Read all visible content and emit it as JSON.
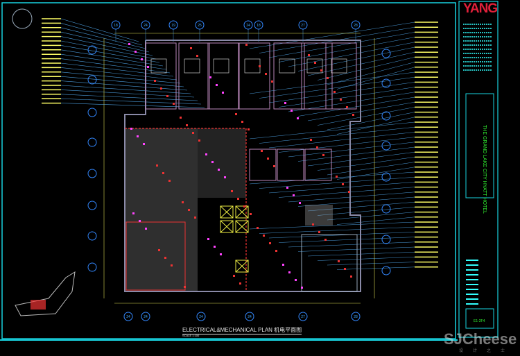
{
  "title_block": {
    "firm_logo": "YANG",
    "drawing_number": "E1-2F4",
    "project_name_vertical": "THE GRAND LAKE CITY HYATT HOTEL"
  },
  "drawing": {
    "title": "ELECTRICAL&MECHANICAL PLAN  机电平面图",
    "scale": "SCALE  1:100"
  },
  "grid_labels_top": [
    "18",
    "24",
    "19",
    "25",
    "24",
    "18",
    "27",
    "28"
  ],
  "grid_labels_bottom": [
    "24",
    "24",
    "24",
    "24",
    "27",
    "28"
  ],
  "watermark": {
    "brand": "SJCheese",
    "sub": "设计之士"
  },
  "colors": {
    "frame": "#19d3e0",
    "wall": "#8a8aa8",
    "hatch": "#555",
    "red": "#e0203a",
    "leader": "#4a9ad8"
  }
}
